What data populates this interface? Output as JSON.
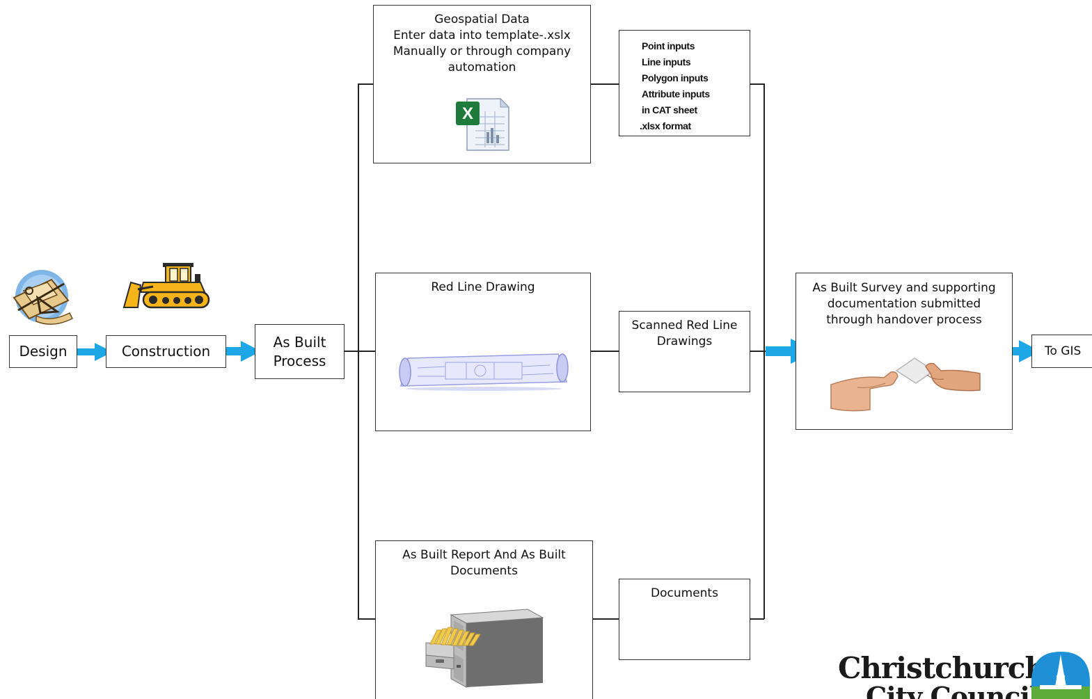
{
  "nodes": {
    "design": "Design",
    "construction": "Construction",
    "as_built_process": [
      "As Built",
      "Process"
    ],
    "geospatial": [
      "Geospatial Data",
      "Enter data into template-.xslx",
      "Manually or through company",
      "automation"
    ],
    "inputs": [
      "Point inputs",
      "Line inputs",
      "Polygon inputs",
      "Attribute inputs",
      "in CAT sheet",
      ".xlsx format"
    ],
    "red_line": "Red Line Drawing",
    "scanned": [
      "Scanned Red Line",
      "Drawings"
    ],
    "report": [
      "As Built Report And As Built",
      "Documents"
    ],
    "documents": "Documents",
    "survey": [
      "As Built Survey and supporting",
      "documentation submitted",
      "through handover process"
    ],
    "to_gis": "To GIS"
  },
  "logo": {
    "line1": "Christchurch",
    "line2": "City Council"
  },
  "icons": {
    "design": "blueprint-drafting-icon",
    "construction": "bulldozer-icon",
    "geospatial": "excel-spreadsheet-icon",
    "red_line": "rolled-blueprint-icon",
    "survey": "handover-card-hands-icon",
    "report": "filing-cabinet-icon",
    "logo": "christchurch-cathedral-logo-icon"
  },
  "colors": {
    "arrow": "#1ea7e6",
    "excel_green": "#1e7b3c",
    "bulldozer": "#f5b41a",
    "logo_blue": "#1f8fd6",
    "logo_green": "#5dab3a"
  }
}
